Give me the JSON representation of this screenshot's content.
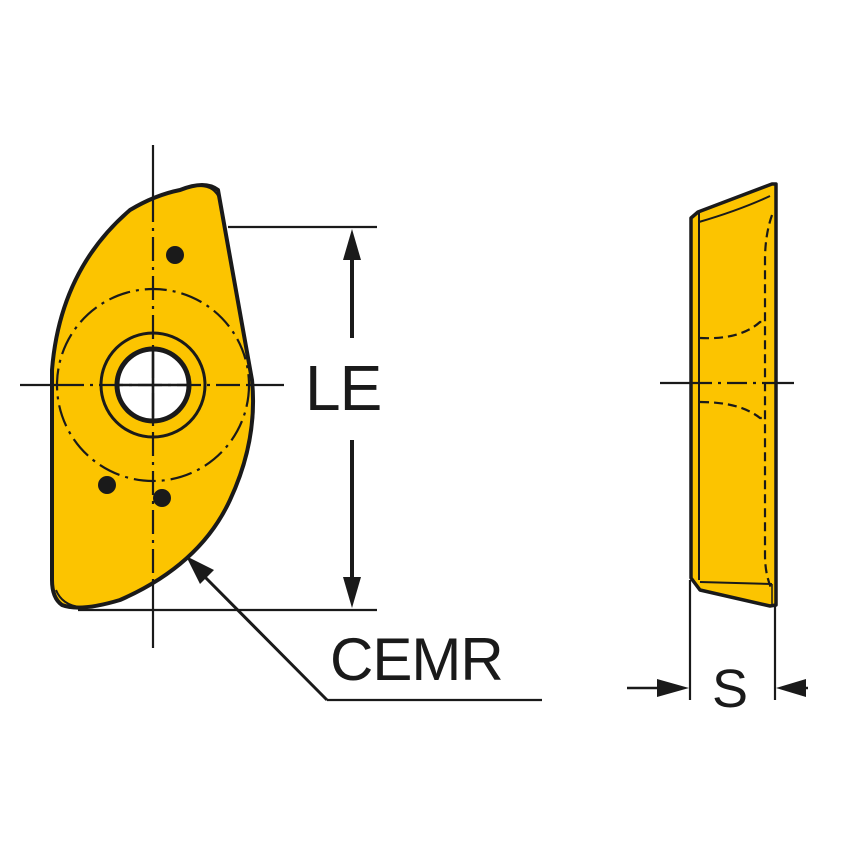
{
  "diagram": {
    "type": "technical-drawing",
    "subject": "indexable milling insert",
    "views": [
      {
        "name": "front-view",
        "features": [
          "center hole",
          "counterbore ring",
          "dash-dot pitch circle",
          "three marker dots",
          "centerlines"
        ]
      },
      {
        "name": "side-view",
        "features": [
          "hidden-line profile (dashed)",
          "chamfered ends",
          "centerline"
        ]
      }
    ],
    "labels": {
      "length": "LE",
      "edge_radius": "CEMR",
      "thickness": "S"
    },
    "colors": {
      "insert_fill": "#FCC400",
      "outline": "#1a1a1a",
      "background": "#ffffff"
    }
  }
}
